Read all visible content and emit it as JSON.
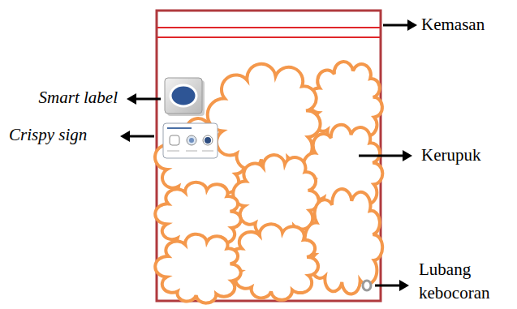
{
  "diagram": {
    "labels": [
      "Kemasan",
      "Smart label",
      "Crispy sign",
      "Kerupuk",
      "Lubang kebocoran"
    ]
  }
}
